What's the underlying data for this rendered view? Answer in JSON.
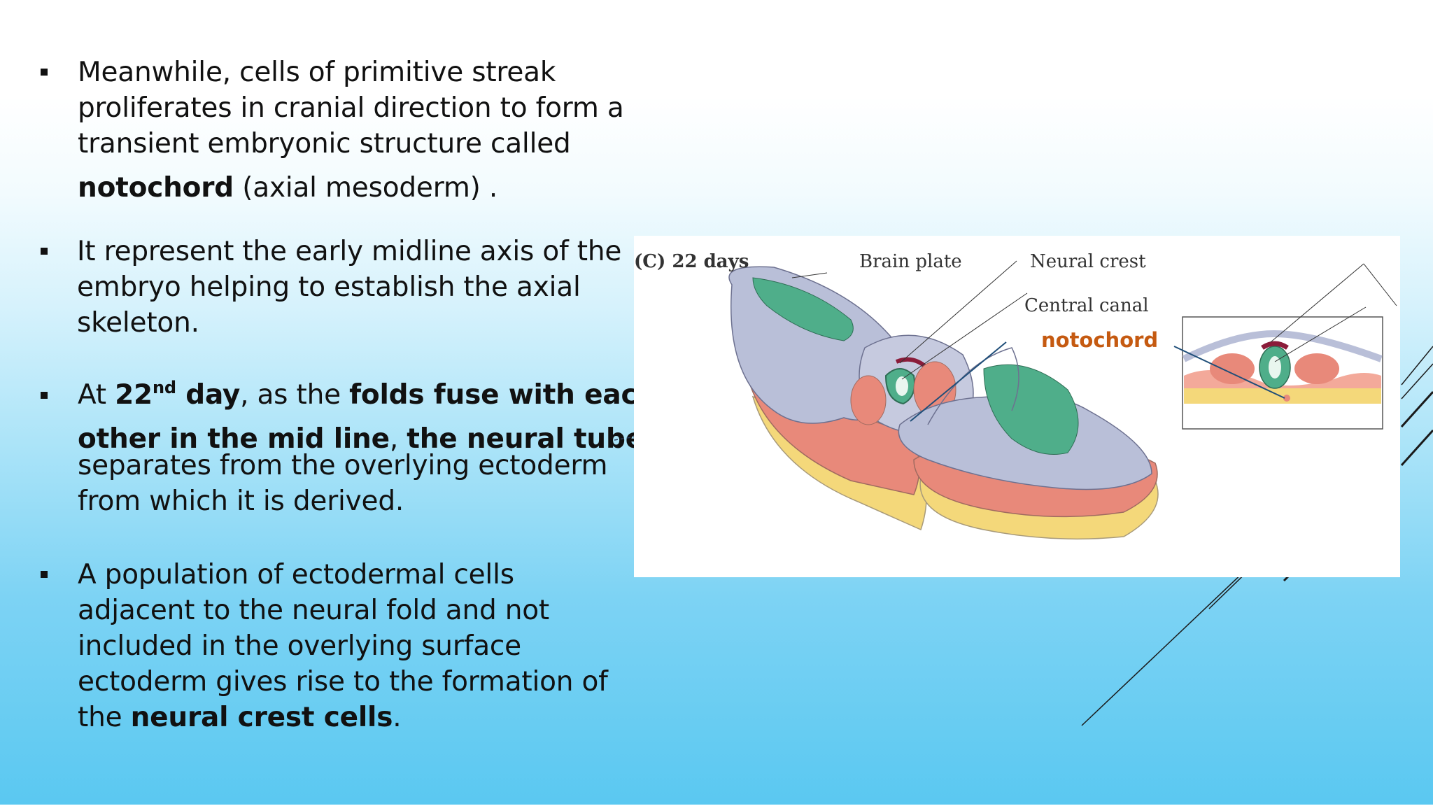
{
  "bullets": [
    {
      "lines": [
        "Meanwhile, cells of primitive streak",
        "proliferates in cranial direction to form a",
        "transient embryonic structure called"
      ],
      "bold_term": "notochord",
      "after_bold": " (axial mesoderm) ."
    },
    {
      "lines": [
        "It represent the early midline axis of the",
        "embryo helping to establish the axial",
        "skeleton."
      ]
    },
    {
      "part1": "At ",
      "bold_day": "22",
      "sup": "nd",
      "bold_day_suffix": " day",
      "part2": ", as the ",
      "bold_folds": "folds fuse with each",
      "bold_midline": "other in the mid line",
      "comma": ", ",
      "bold_tube": "the neural tube",
      "line3": "separates from the overlying ectoderm",
      "line4": "from which it is derived."
    },
    {
      "lines": [
        "A population of ectodermal cells",
        "adjacent to the neural fold and not",
        "included in the overlying surface",
        "ectoderm gives rise to the formation of"
      ],
      "last_prefix": "the ",
      "last_bold": "neural crest cells",
      "last_suffix": "."
    }
  ],
  "figure": {
    "panel_label": "(C)  22 days",
    "labels": {
      "brain_plate": "Brain plate",
      "neural_crest": "Neural crest",
      "central_canal": "Central canal",
      "notochord": "notochord"
    },
    "colors": {
      "ectoderm": "#b9bfd8",
      "neural_plate": "#4fae8a",
      "mesoderm": "#e8897a",
      "endoderm": "#f4d87a",
      "neural_crest": "#8b1c3a",
      "notochord_label": "#c55a11"
    }
  }
}
